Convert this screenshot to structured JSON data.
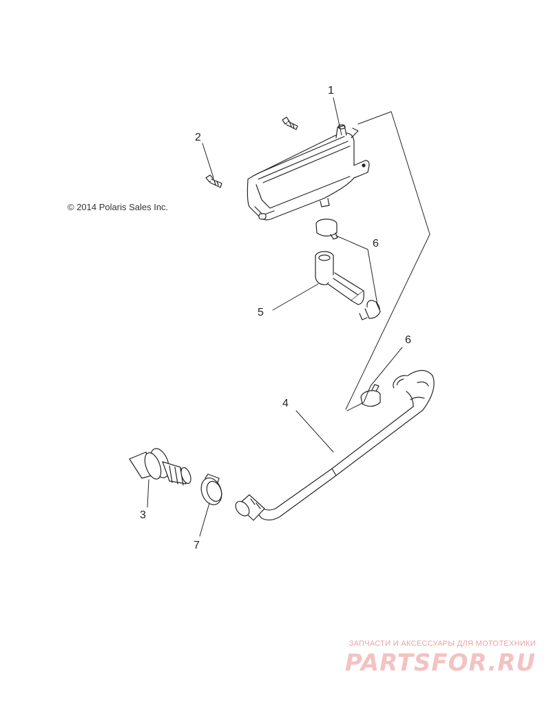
{
  "copyright": "© 2014 Polaris Sales Inc.",
  "callouts": [
    "1",
    "2",
    "3",
    "4",
    "5",
    "6",
    "6",
    "7"
  ],
  "watermark": {
    "tagline": "ЗАПЧАСТИ И АКСЕССУАРЫ ДЛЯ МОТОТЕХНИКИ",
    "logo": "PARTSFOR.RU"
  },
  "colors": {
    "line": "#222222",
    "watermark": "#f3c2c2"
  }
}
